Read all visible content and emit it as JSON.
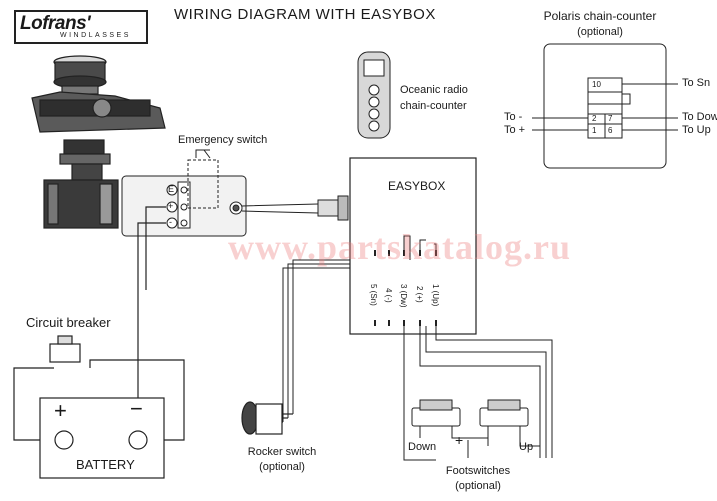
{
  "title": "WIRING DIAGRAM WITH EASYBOX",
  "logo": {
    "name": "Lofrans'",
    "sub": "WINDLASSES"
  },
  "watermark": "www.partskatalog.ru",
  "polaris": {
    "title": "Polaris chain-counter",
    "subtitle": "(optional)",
    "to_sn": "To Sn",
    "to_down": "To Down",
    "to_up": "To Up",
    "to_minus": "To -",
    "to_plus": "To +",
    "pins": [
      "10",
      "7",
      "2",
      "6",
      "1"
    ]
  },
  "oceanic": {
    "line1": "Oceanic radio",
    "line2": "chain-counter"
  },
  "emergency_switch": "Emergency switch",
  "terminals": [
    "E",
    "+",
    "-"
  ],
  "easybox": {
    "label": "EASYBOX",
    "terminals": [
      "5 (Sn)",
      "4 (-)",
      "3 (Dw)",
      "2 (+)",
      "1 (Up)"
    ]
  },
  "circuit_breaker": "Circuit breaker",
  "battery": {
    "label": "BATTERY",
    "plus": "+",
    "minus": "−"
  },
  "rocker": {
    "line1": "Rocker switch",
    "line2": "(optional)"
  },
  "footswitches": {
    "down": "Down",
    "up": "Up",
    "plus": "+",
    "line1": "Footswitches",
    "line2": "(optional)"
  }
}
